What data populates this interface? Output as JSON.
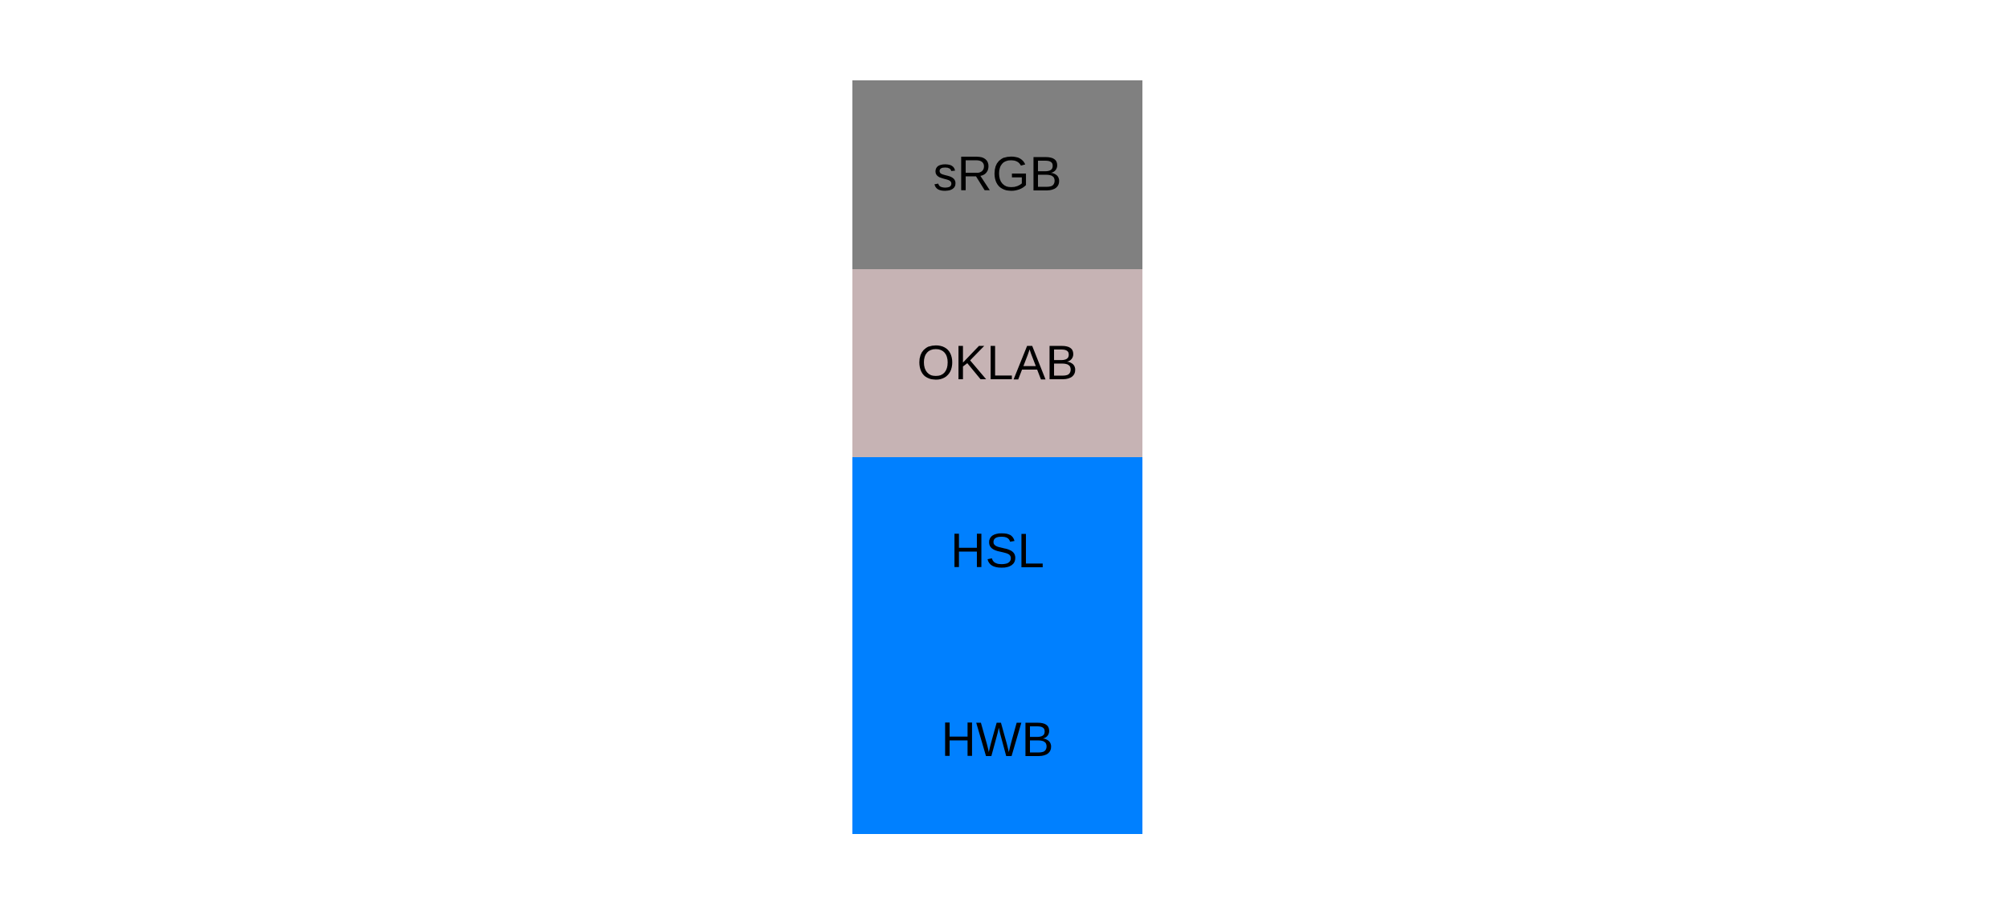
{
  "page": {
    "background_color": "#ffffff",
    "text_color": "#000000"
  },
  "blocks": {
    "0": {
      "label": "sRGB",
      "color": "#808080"
    },
    "1": {
      "label": "OKLAB",
      "color": "#c6b3b4"
    },
    "2": {
      "label": "HSL",
      "color": "#0080ff"
    },
    "3": {
      "label": "HWB",
      "color": "#0080ff"
    }
  }
}
